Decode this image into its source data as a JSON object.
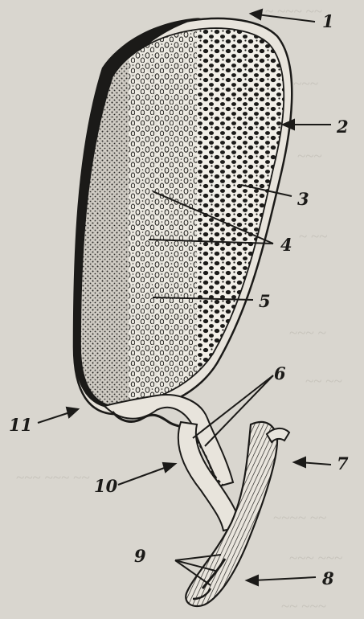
{
  "figure": {
    "colors": {
      "paper": "#d9d6cf",
      "ink": "#1b1a18",
      "show_through": "#b8b4ac"
    },
    "labels": [
      "1",
      "2",
      "3",
      "4",
      "5",
      "6",
      "7",
      "8",
      "9",
      "10",
      "11"
    ]
  }
}
